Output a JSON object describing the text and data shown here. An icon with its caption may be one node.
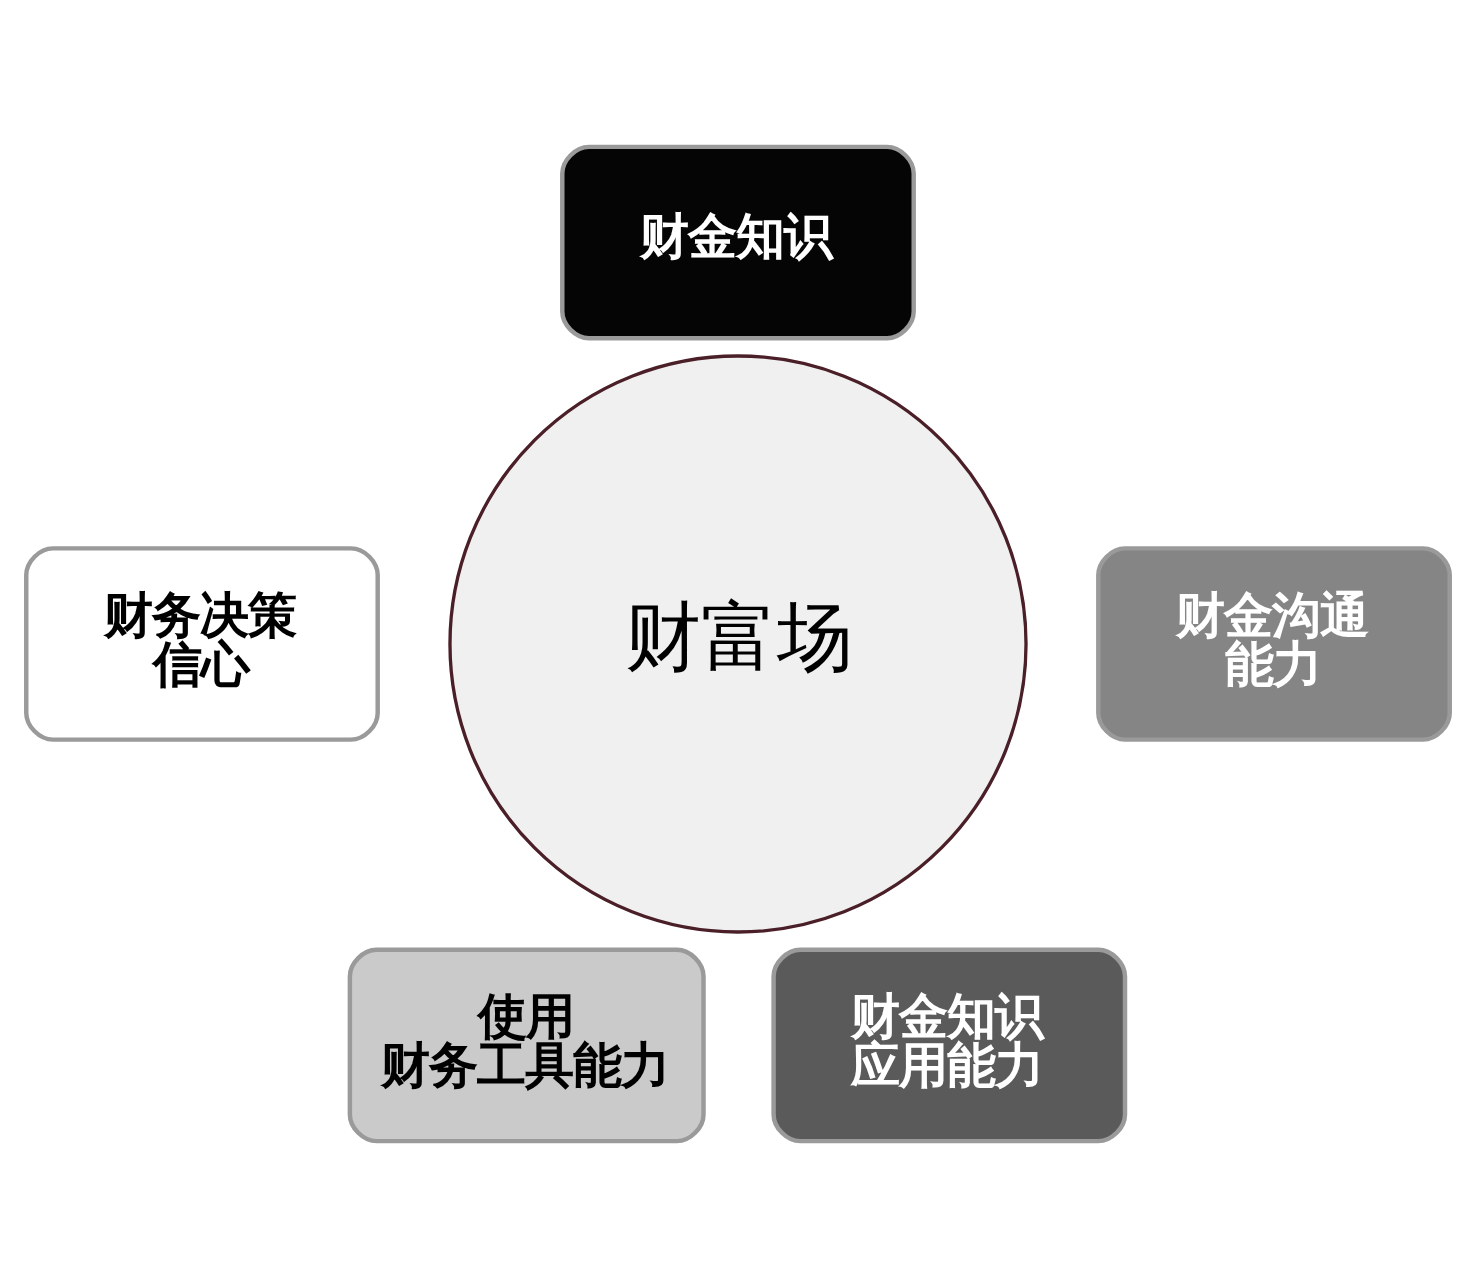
{
  "diagram": {
    "nodes": [
      {
        "text": [
          "财金知识"
        ]
      },
      {
        "text": [
          "财务决策信心"
        ]
      },
      {
        "text": [
          "财富场"
        ]
      },
      {
        "text": [
          "财金沟通能力"
        ]
      },
      {
        "text": [
          "使用财务工具能力"
        ]
      },
      {
        "text": [
          "财金知识应用能力"
        ]
      }
    ]
  }
}
